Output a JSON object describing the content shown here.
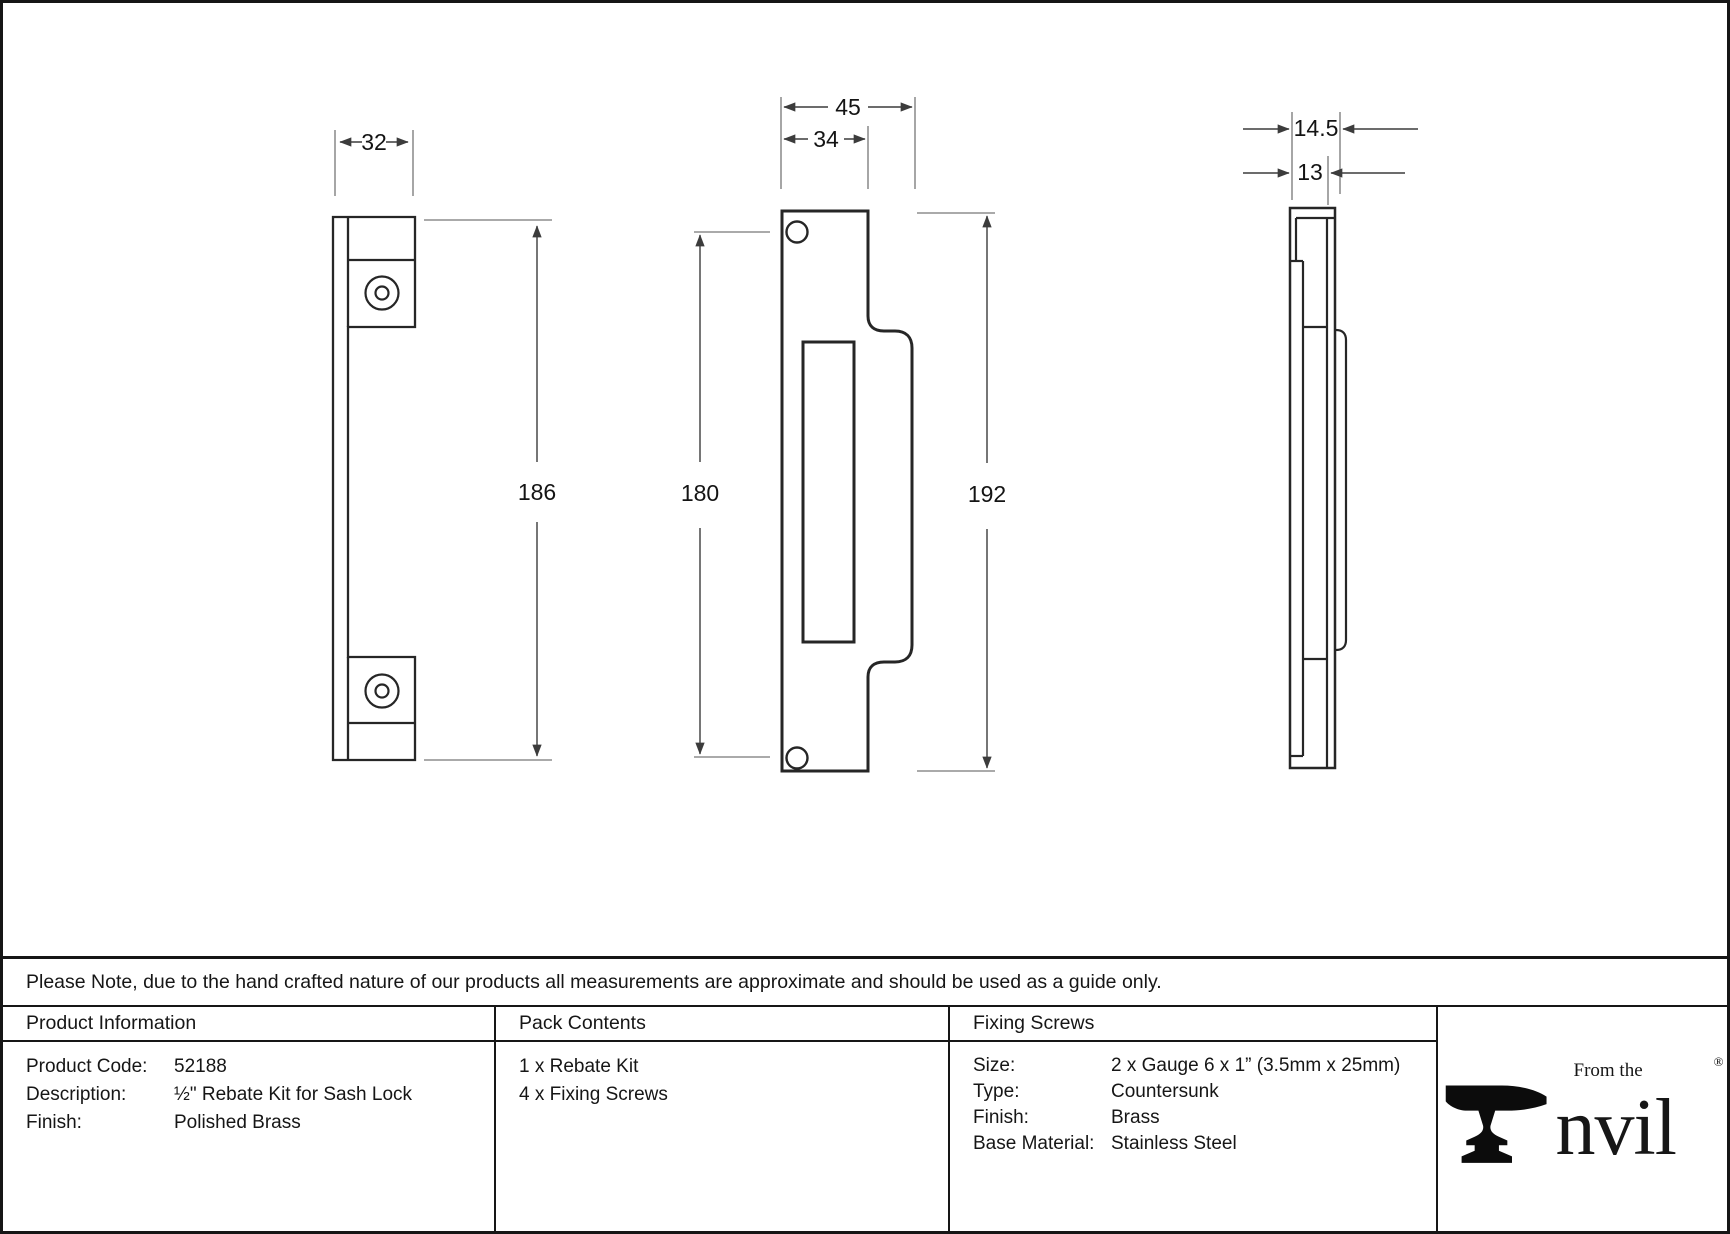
{
  "note": "Please Note, due to the hand crafted nature of our products all measurements are approximate and should be used as a guide only.",
  "drawings": {
    "side": {
      "width": "32",
      "height": "186"
    },
    "front": {
      "width_overall": "45",
      "width_plate": "34",
      "hole_spacing": "180",
      "height": "192"
    },
    "edge": {
      "depth_overall": "14.5",
      "depth_plate": "13"
    }
  },
  "product_information": {
    "header": "Product Information",
    "rows": [
      {
        "label": "Product Code:",
        "value": "52188"
      },
      {
        "label": "Description:",
        "value": "½\" Rebate Kit for Sash Lock"
      },
      {
        "label": "Finish:",
        "value": "Polished Brass"
      }
    ]
  },
  "pack_contents": {
    "header": "Pack Contents",
    "items": [
      "1 x Rebate Kit",
      "4 x Fixing Screws"
    ]
  },
  "fixing_screws": {
    "header": "Fixing Screws",
    "rows": [
      {
        "label": "Size:",
        "value": "2 x Gauge 6 x 1” (3.5mm x 25mm)"
      },
      {
        "label": "Type:",
        "value": "Countersunk"
      },
      {
        "label": "Finish:",
        "value": "Brass"
      },
      {
        "label": "Base Material:",
        "value": "Stainless Steel"
      }
    ]
  },
  "logo": {
    "from_the": "From the",
    "nvil": "nvil",
    "registered": "®"
  },
  "colors": {
    "outline": "#262626",
    "dim_line": "#3c3c3c",
    "ext_line": "#777777",
    "text": "#141414"
  }
}
